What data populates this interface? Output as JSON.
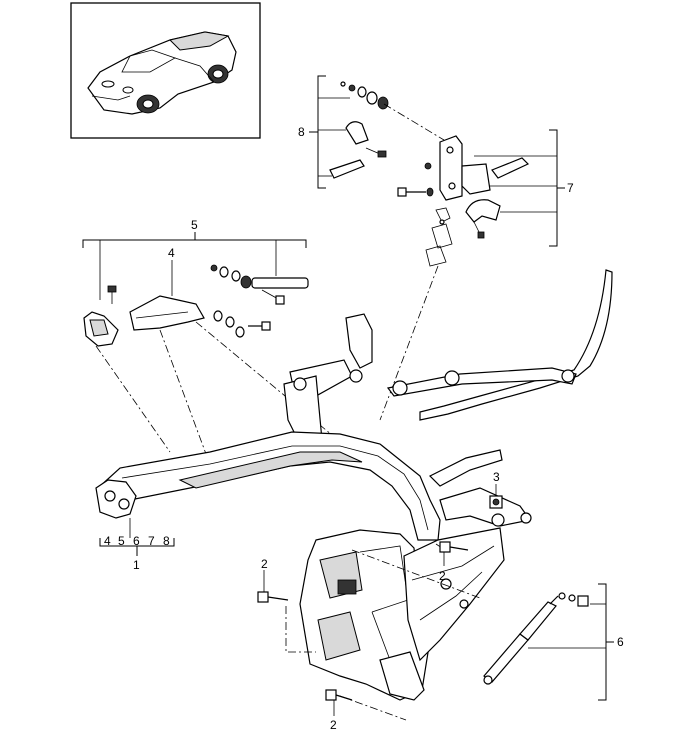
{
  "callouts": {
    "c1": "1",
    "c2a": "2",
    "c2b": "2",
    "c2c": "2",
    "c3": "3",
    "c4": "4",
    "c5": "5",
    "c6": "6",
    "c7": "7",
    "c8": "8"
  },
  "group_label_1": [
    "4",
    "5",
    "6",
    "7",
    "8"
  ]
}
